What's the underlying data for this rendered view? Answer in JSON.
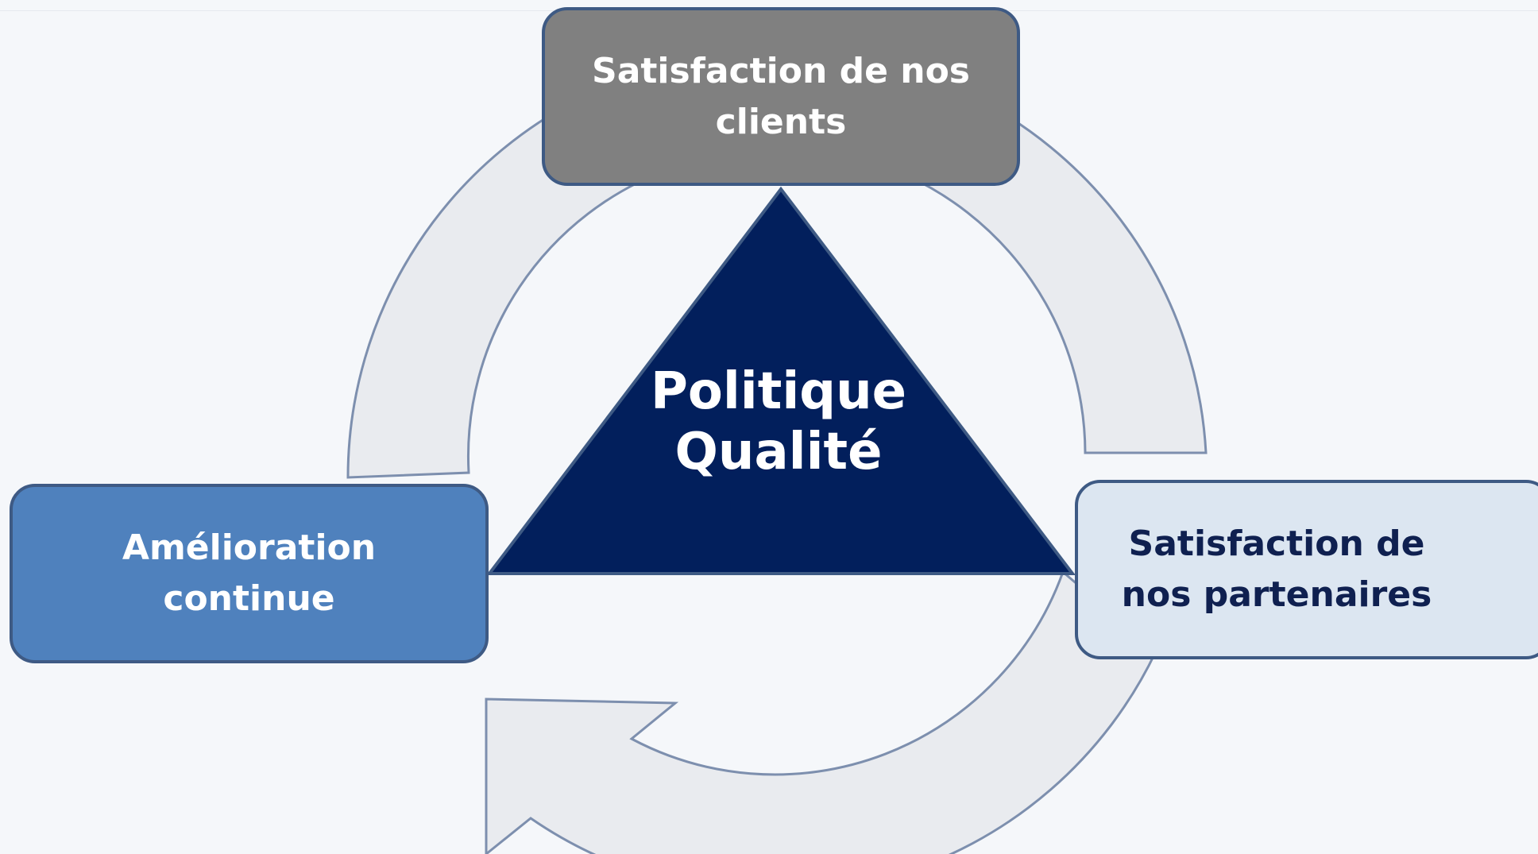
{
  "diagram": {
    "center": {
      "title_line1": "Politique",
      "title_line2": "Qualité"
    },
    "nodes": {
      "top": "Satisfaction de nos clients",
      "left": "Amélioration continue",
      "right": "Satisfaction de nos partenaires"
    },
    "colors": {
      "background": "#f5f7fa",
      "arrow_fill": "#e9ebef",
      "arrow_stroke": "#7d8fae",
      "triangle_fill": "#021f5c",
      "top_box": "#808080",
      "left_box": "#4f81bd",
      "right_box": "#dce6f1",
      "box_border": "#3e5a84",
      "right_text": "#0f2050"
    }
  }
}
